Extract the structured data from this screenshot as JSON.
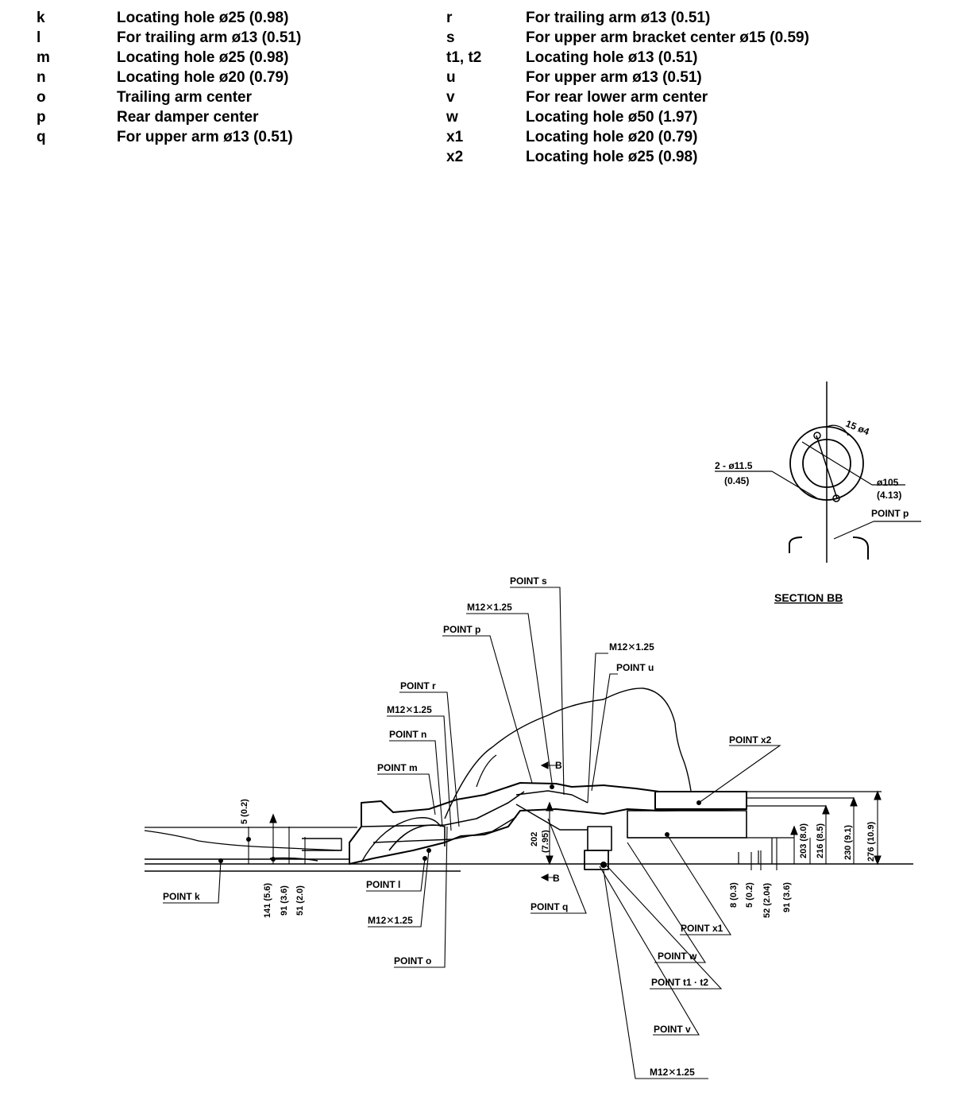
{
  "legend": {
    "col1": [
      {
        "code": "k",
        "desc": "Locating hole ø25 (0.98)"
      },
      {
        "code": "l",
        "desc": "For trailing arm ø13 (0.51)"
      },
      {
        "code": "m",
        "desc": "Locating hole ø25 (0.98)"
      },
      {
        "code": "n",
        "desc": "Locating hole ø20 (0.79)"
      },
      {
        "code": "o",
        "desc": "Trailing arm center"
      },
      {
        "code": "p",
        "desc": "Rear damper center"
      },
      {
        "code": "q",
        "desc": "For upper arm ø13 (0.51)"
      }
    ],
    "col2": [
      {
        "code": "r",
        "desc": "For trailing arm ø13 (0.51)"
      },
      {
        "code": "s",
        "desc": "For upper arm bracket center ø15 (0.59)"
      },
      {
        "code": "t1, t2",
        "desc": "Locating hole ø13 (0.51)"
      },
      {
        "code": "u",
        "desc": "For upper arm ø13 (0.51)"
      },
      {
        "code": "v",
        "desc": "For rear lower arm center"
      },
      {
        "code": "w",
        "desc": "Locating hole ø50 (1.97)"
      },
      {
        "code": "x1",
        "desc": "Locating hole ø20 (0.79)"
      },
      {
        "code": "x2",
        "desc": "Locating hole ø25 (0.98)"
      }
    ]
  },
  "section": {
    "title": "SECTION BB",
    "hole_count_dia": "2 - ø11.5",
    "hole_count_dia_in": "(0.45)",
    "pcd": "ø105",
    "pcd_in": "(4.13)",
    "angle": "15 ø4",
    "point_label": "POINT  p"
  },
  "labels": {
    "point_s": "POINT  s",
    "m12_top": "M12✕1.25",
    "point_p": "POINT  p",
    "m12_right": "M12✕1.25",
    "point_u": "POINT  u",
    "point_r": "POINT  r",
    "m12_left": "M12✕1.25",
    "point_n": "POINT  n",
    "point_m": "POINT  m",
    "point_x2": "POINT  x2",
    "section_b_top": "B",
    "section_b_bottom": "B",
    "point_k": "POINT  k",
    "point_l": "POINT  l",
    "m12_low": "M12✕1.25",
    "point_o": "POINT  o",
    "point_q": "POINT  q",
    "point_x1": "POINT  x1",
    "point_w": "POINT  w",
    "point_t": "POINT  t1 · t2",
    "point_v": "POINT  v",
    "m12_bottom": "M12✕1.25"
  },
  "dimensions": {
    "d5": "5 (0.2)",
    "d141": "141 (5.6)",
    "d91a": "91 (3.6)",
    "d51": "51 (2.0)",
    "d202": "202",
    "d202in": "(7.95)",
    "d8": "8 (0.3)",
    "d5b": "5 (0.2)",
    "d52": "52 (2.04)",
    "d91b": "91 (3.6)",
    "d203": "203 (8.0)",
    "d216": "216 (8.5)",
    "d230": "230 (9.1)",
    "d276": "276 (10.9)"
  }
}
